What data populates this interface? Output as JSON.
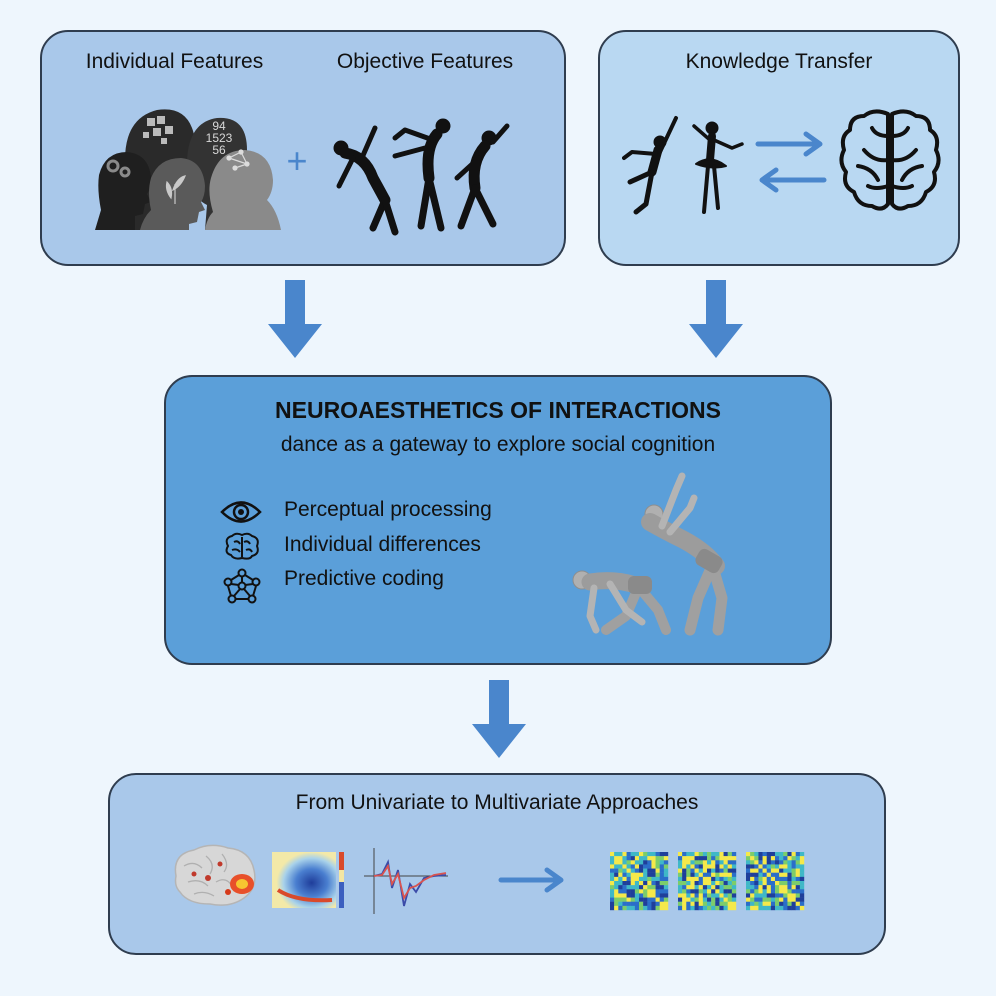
{
  "top_left": {
    "individual_label": "Individual Features",
    "objective_label": "Objective Features",
    "plus": "+",
    "head_numbers": [
      "94",
      "1523",
      "56"
    ]
  },
  "top_right": {
    "title": "Knowledge Transfer"
  },
  "center": {
    "title": "NEUROAESTHETICS OF INTERACTIONS",
    "subtitle": "dance as a gateway to explore social cognition",
    "items": [
      {
        "label": "Perceptual processing",
        "icon": "eye-icon"
      },
      {
        "label": "Individual differences",
        "icon": "brain-icon"
      },
      {
        "label": "Predictive coding",
        "icon": "network-icon"
      }
    ]
  },
  "bottom": {
    "title": "From Univariate to Multivariate Approaches"
  },
  "colors": {
    "background": "#eef6fd",
    "top_left_box": "#a9c8ea",
    "top_right_box": "#b9d8f2",
    "center_box": "#5b9fd9",
    "bottom_box": "#a9c8ea",
    "arrow": "#4a86cc",
    "border": "#2f3d4f"
  }
}
